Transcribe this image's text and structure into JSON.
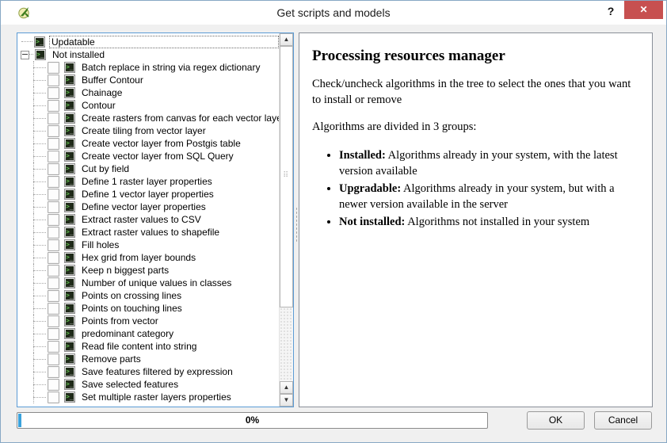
{
  "window": {
    "title": "Get scripts and models",
    "help_label": "?",
    "close_label": "✕"
  },
  "tree": {
    "groups": [
      {
        "label": "Updatable",
        "expanded": false,
        "focused": true,
        "items": []
      },
      {
        "label": "Not installed",
        "expanded": true,
        "focused": false,
        "items": [
          "Batch replace in string via regex dictionary",
          "Buffer Contour",
          "Chainage",
          "Contour",
          "Create rasters from canvas for each vector laye...",
          "Create tiling from vector layer",
          "Create vector layer from Postgis table",
          "Create vector layer from SQL Query",
          "Cut by field",
          "Define 1 raster layer properties",
          "Define 1 vector layer properties",
          "Define vector layer properties",
          "Extract raster values to CSV",
          "Extract raster values to shapefile",
          "Fill holes",
          "Hex grid from layer bounds",
          "Keep n biggest parts",
          "Number of unique values in classes",
          "Points on crossing lines",
          "Points on touching lines",
          "Points from vector",
          "predominant category",
          "Read file content into string",
          "Remove parts",
          "Save features filtered by expression",
          "Save selected features",
          "Set multiple raster layers properties"
        ]
      }
    ]
  },
  "help_panel": {
    "title": "Processing resources manager",
    "paragraphs": [
      "Check/uncheck algorithms in the tree to select the ones that you want to install or remove",
      "Algorithms are divided in 3 groups:"
    ],
    "bullets": [
      {
        "term": "Installed:",
        "text": "Algorithms already in your system, with the latest version available"
      },
      {
        "term": "Upgradable:",
        "text": "Algorithms already in your system, but with a newer version available in the server"
      },
      {
        "term": "Not installed:",
        "text": "Algorithms not installed in your system"
      }
    ]
  },
  "footer": {
    "progress_label": "0%",
    "ok_label": "OK",
    "cancel_label": "Cancel"
  },
  "colors": {
    "close_button": "#c75050",
    "tree_focus_border": "#5b9bd5",
    "progress_chunk": "#3aa2dc"
  }
}
